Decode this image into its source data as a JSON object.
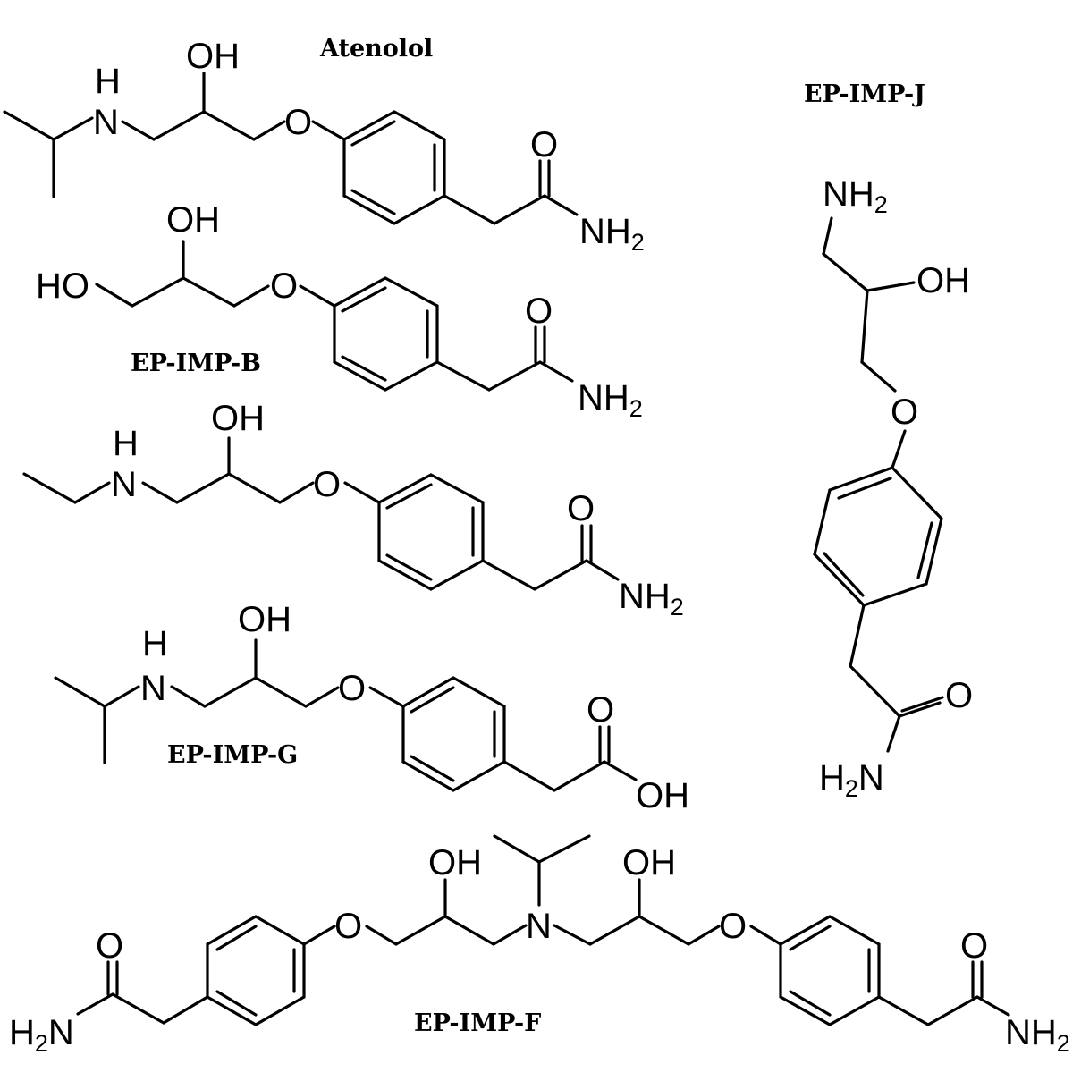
{
  "compounds": {
    "atenolol": {
      "name": "Atenolol",
      "oh": "OH",
      "h": "H",
      "n": "N",
      "o_ether": "O",
      "o_carbonyl": "O",
      "nh": "NH",
      "nh_sub": "2"
    },
    "imp_b": {
      "name": "EP-IMP-B",
      "oh": "OH",
      "ho": "HO",
      "o_ether": "O",
      "o_carbonyl": "O",
      "nh": "NH",
      "nh_sub": "2"
    },
    "imp_ethyl": {
      "oh": "OH",
      "h": "H",
      "n": "N",
      "o_ether": "O",
      "o_carbonyl": "O",
      "nh": "NH",
      "nh_sub": "2"
    },
    "imp_g": {
      "name": "EP-IMP-G",
      "oh": "OH",
      "h": "H",
      "n": "N",
      "o_ether": "O",
      "o_carbonyl": "O",
      "acid_oh": "OH"
    },
    "imp_j": {
      "name": "EP-IMP-J",
      "nh": "NH",
      "nh_sub": "2",
      "oh": "OH",
      "o_ether": "O",
      "o_carbonyl": "O",
      "h2n_h": "H",
      "h2n_sub": "2",
      "h2n_n": "N"
    },
    "imp_f": {
      "name": "EP-IMP-F",
      "oh_left": "OH",
      "oh_right": "OH",
      "n": "N",
      "o_ether_left": "O",
      "o_ether_right": "O",
      "o_carbonyl_left": "O",
      "o_carbonyl_right": "O",
      "h2n_h": "H",
      "h2n_sub": "2",
      "h2n_n": "N",
      "nh": "NH",
      "nh_sub": "2"
    }
  }
}
